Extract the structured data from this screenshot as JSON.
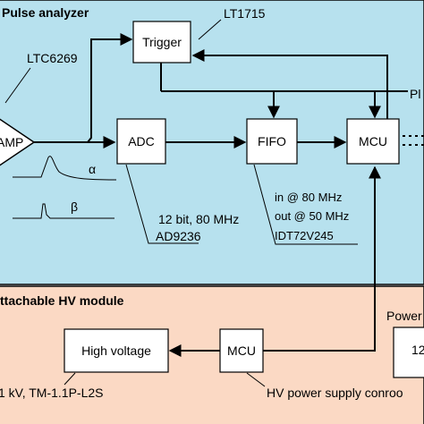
{
  "colors": {
    "analyzer_bg": "#b7e1ee",
    "hv_bg": "#fbd9c4",
    "border": "#000000"
  },
  "analyzer": {
    "title": "Pulse analyzer",
    "blocks": {
      "trigger": "Trigger",
      "adc": "ADC",
      "fifo": "FIFO",
      "mcu": "MCU",
      "amp": "AMP"
    },
    "labels": {
      "lt1715": "LT1715",
      "ltc6269": "LTC6269",
      "alpha": "α",
      "beta": "β",
      "adc_spec": "12 bit, 80 MHz",
      "adc_part": "AD9236",
      "fifo_in": "in @ 80 MHz",
      "fifo_out": "out @ 50 MHz",
      "fifo_part": "IDT72V245",
      "right_cut": "Pl"
    }
  },
  "hv": {
    "title": "ttachable HV  module",
    "blocks": {
      "high_voltage": "High voltage",
      "mcu": "MCU",
      "right_box": "12"
    },
    "labels": {
      "power": "Power",
      "hv_spec": "1 kV, TM-1.1P-L2S",
      "hv_control": "HV power supply conroo"
    }
  }
}
